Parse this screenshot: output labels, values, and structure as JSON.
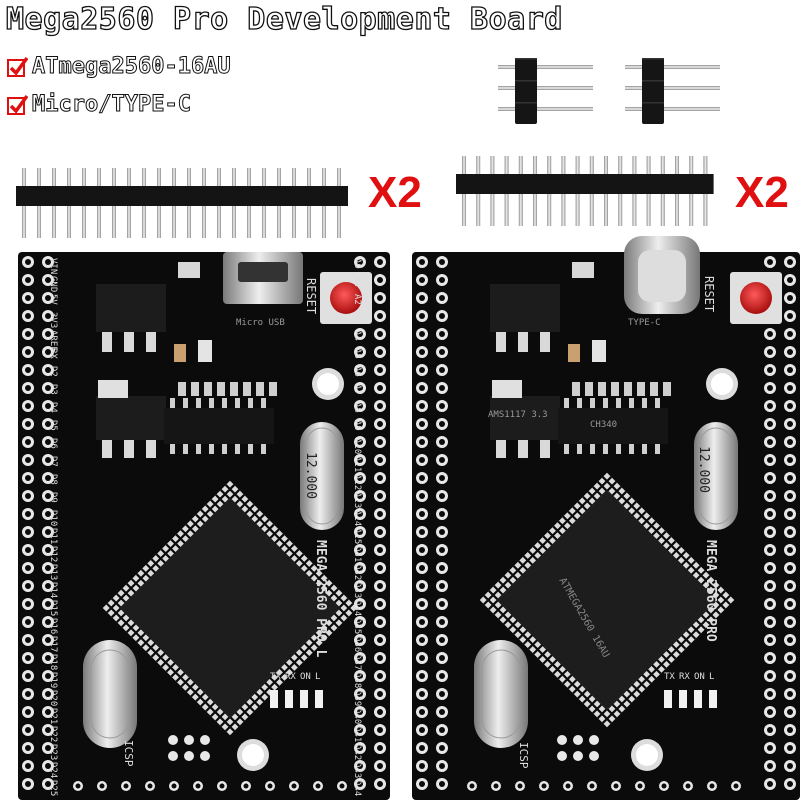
{
  "title": "Mega2560 Pro Development Board",
  "features": [
    {
      "text": "ATmega2560-16AU",
      "icon": "checkmark-icon"
    },
    {
      "text": "Micro/TYPE-C",
      "icon": "checkmark-icon"
    }
  ],
  "quantity_labels": {
    "left": "X2",
    "right": "X2"
  },
  "colors": {
    "board": "#0d0d0d",
    "accent": "#e01010",
    "pin": "#c9c9c9",
    "header": "#1a1a1a",
    "reset_button": "#d92020"
  },
  "boards": {
    "left": {
      "connector": "Micro USB",
      "reset_label": "RESET",
      "silkscreen": "MEGA 2560 PRO L",
      "crystal": "12.000",
      "icsp": "ICSP",
      "left_pins": [
        "VIN",
        "GND",
        "5V",
        "3V3",
        "AREF",
        "RX",
        "D2",
        "D3",
        "D4",
        "D5",
        "D6",
        "D7",
        "D8",
        "D9",
        "D10",
        "D11",
        "D12",
        "D13",
        "D14",
        "D15",
        "D16",
        "D17",
        "D18",
        "D19",
        "D20",
        "D21",
        "D22",
        "D23",
        "D24",
        "D25",
        "D26"
      ],
      "right_pins": [
        "A0",
        "A1",
        "A2",
        "A3",
        "A4",
        "A5",
        "A6",
        "A7",
        "A8",
        "A9",
        "A10",
        "A11",
        "A12",
        "A13",
        "A14",
        "A15",
        "D31",
        "D32",
        "D33",
        "D34",
        "D35",
        "D36",
        "D37",
        "D38",
        "D39",
        "D40",
        "D41",
        "D42",
        "D43",
        "D44",
        "D45"
      ],
      "led_labels": [
        "TX",
        "RX",
        "ON",
        "L"
      ]
    },
    "right": {
      "connector": "TYPE-C",
      "reset_label": "RESET",
      "silkscreen": "MEGA 2560 PRO",
      "crystal": "12.000",
      "icsp": "ICSP",
      "chip_text": "ATMEGA2560 16AU",
      "ldo_text": "AMS1117 3.3",
      "usb_ic_text": "CH340",
      "led_labels": [
        "TX",
        "RX",
        "ON",
        "L"
      ]
    }
  }
}
